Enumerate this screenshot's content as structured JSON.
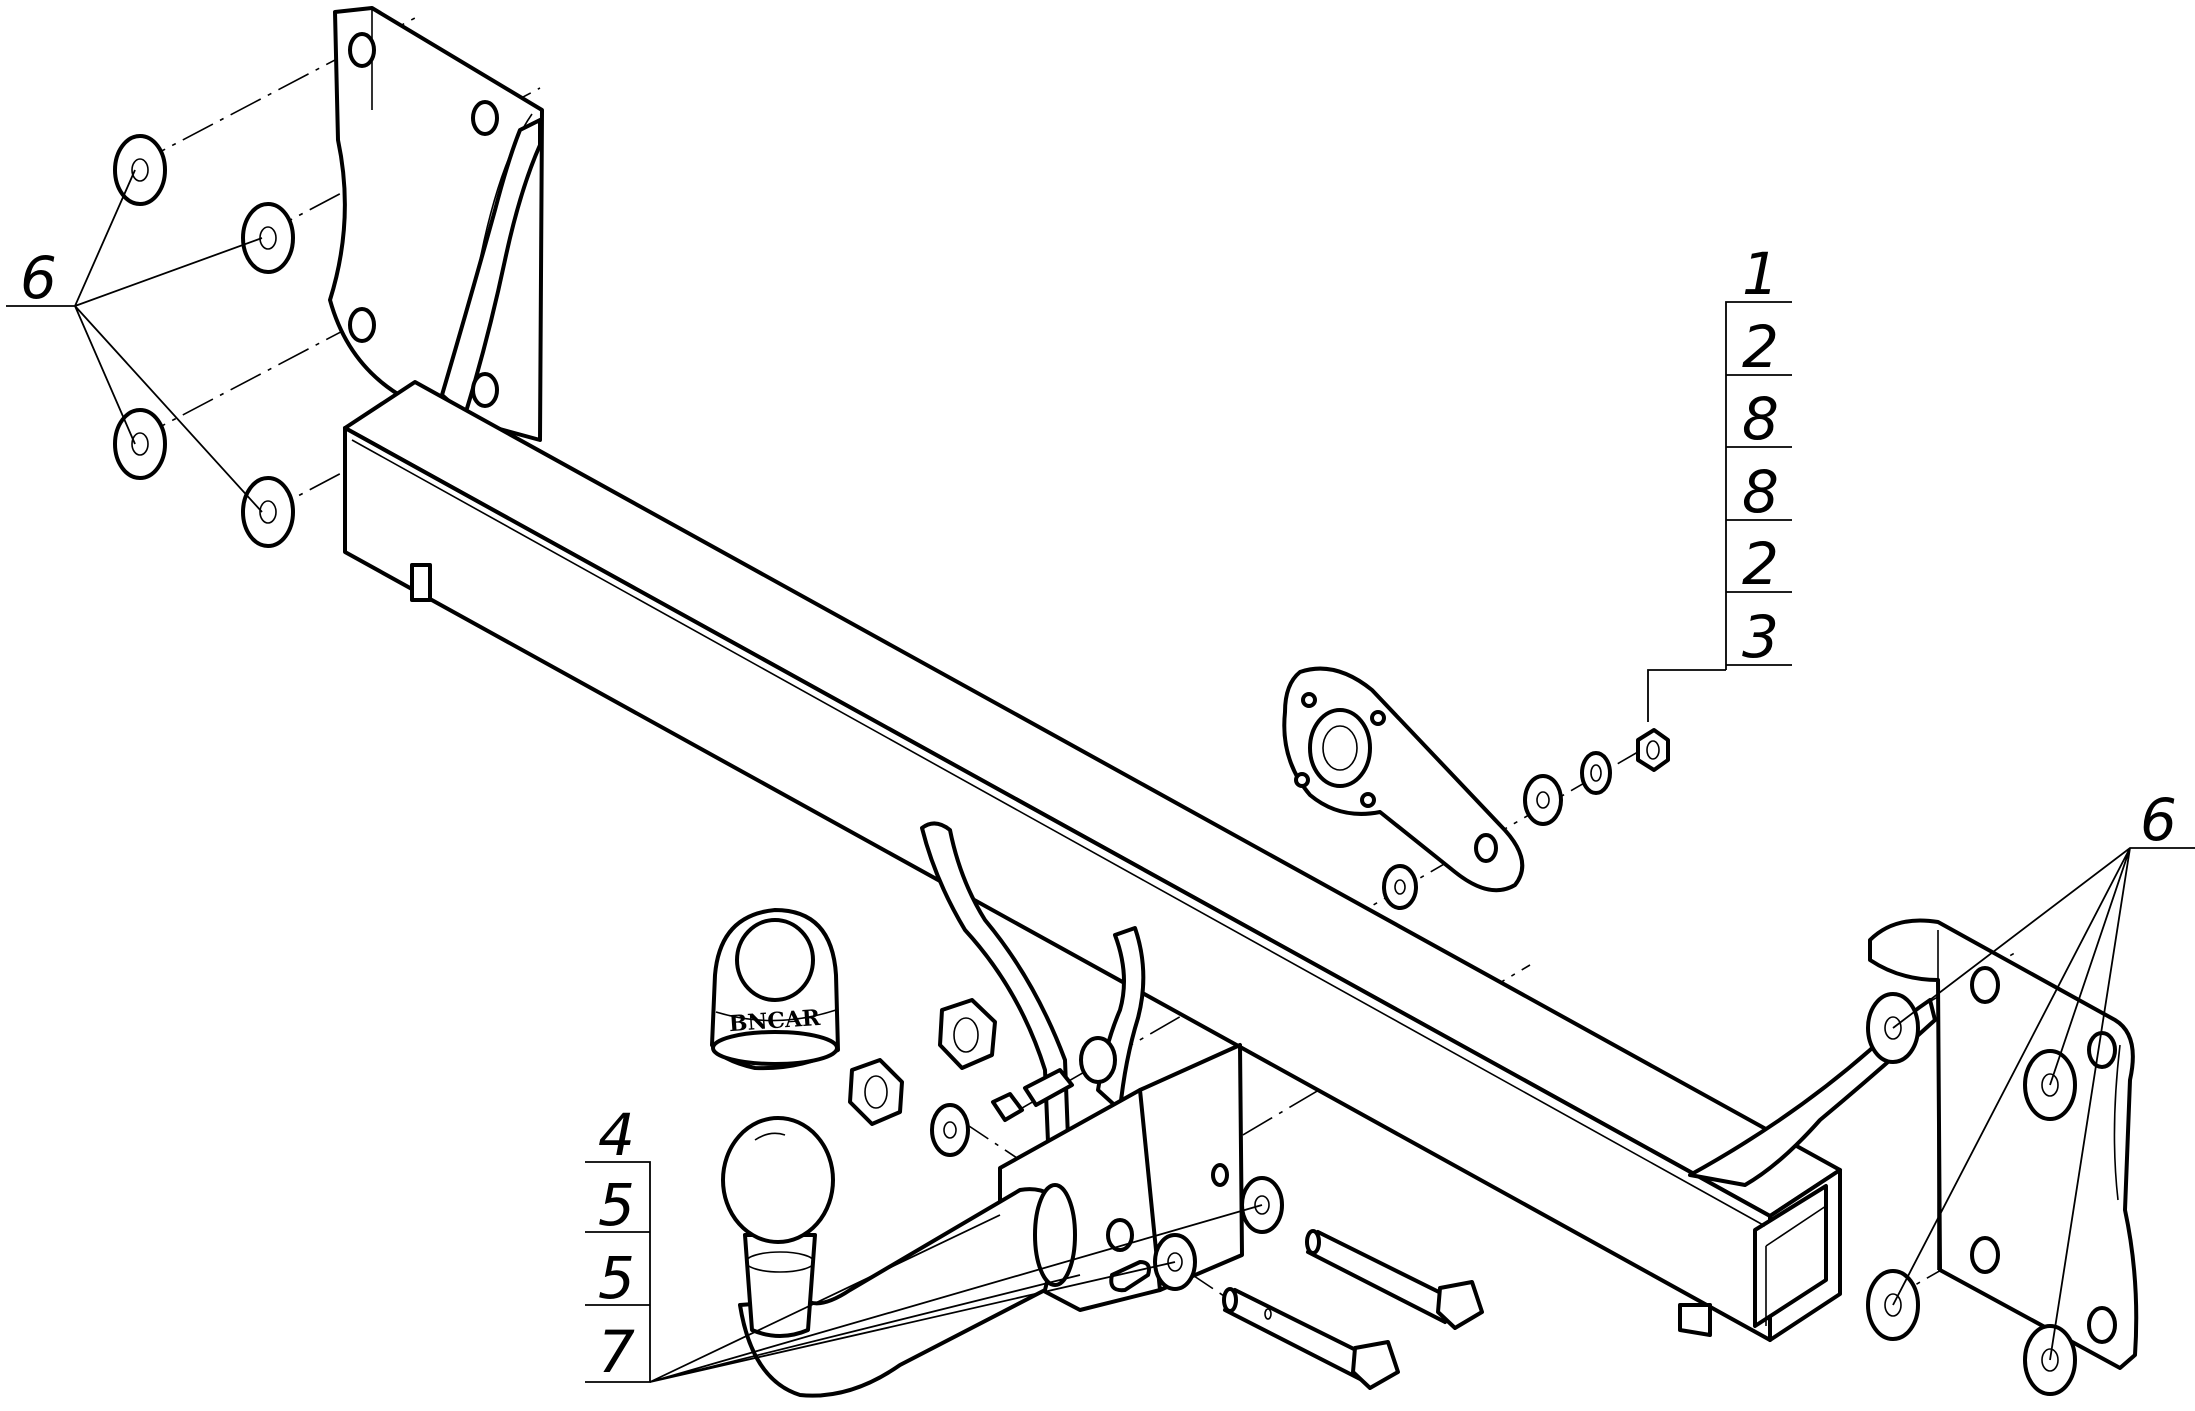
{
  "drawing": {
    "callouts": {
      "left_washers": "6",
      "right_washers": "6",
      "stack_1": "1",
      "stack_2": "2",
      "stack_3": "8",
      "stack_4": "8",
      "stack_5": "2",
      "stack_6": "3",
      "ball_1": "4",
      "ball_2": "5",
      "ball_3": "5",
      "ball_4": "7"
    },
    "cap_brand": "BNCAR"
  }
}
